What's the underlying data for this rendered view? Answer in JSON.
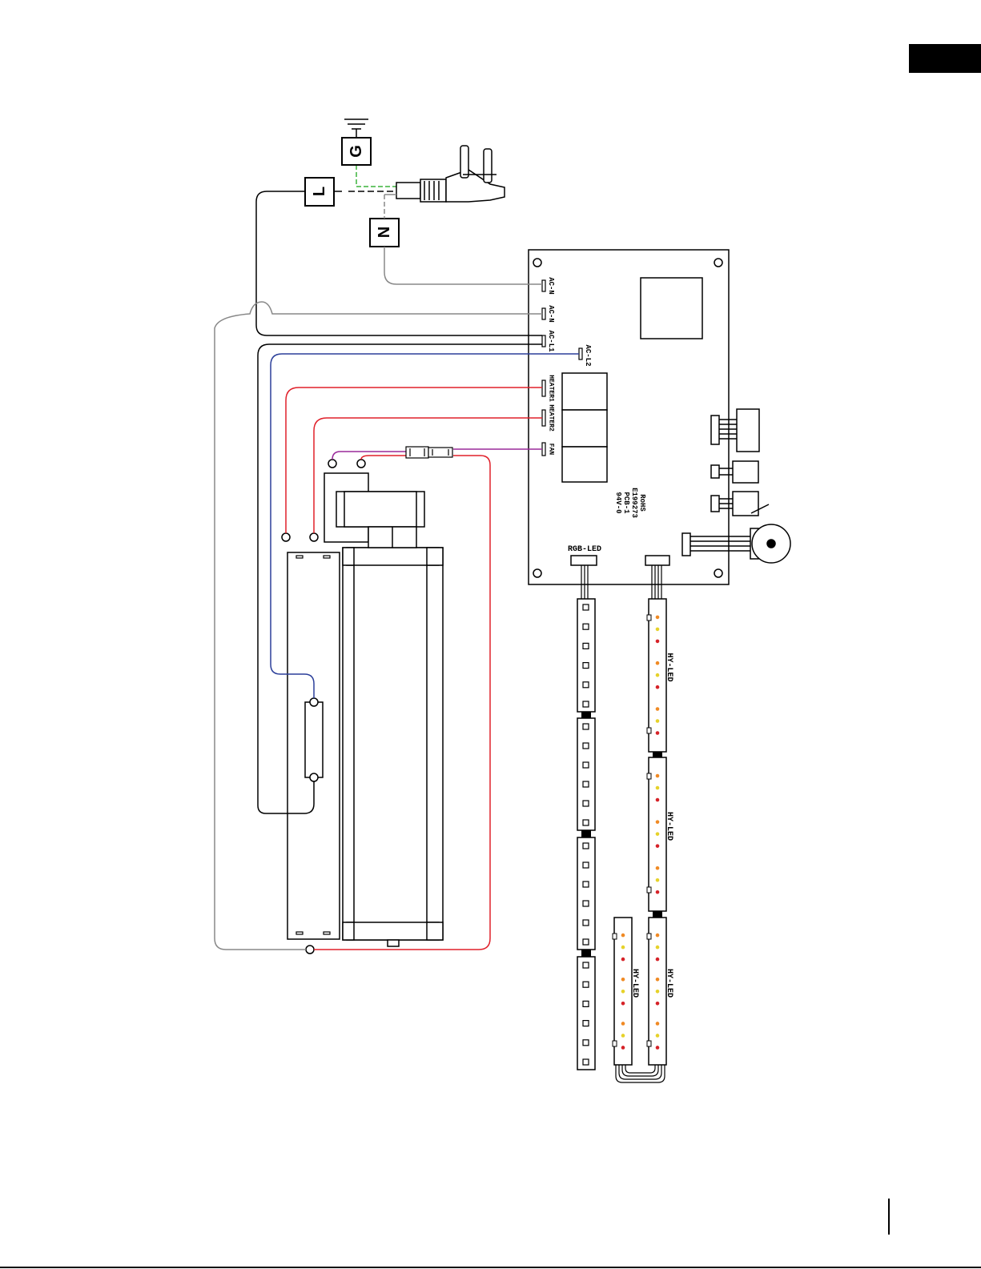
{
  "page": {
    "header_tab": "",
    "page_number": ""
  },
  "power": {
    "ground_label": "G",
    "line_label": "L",
    "neutral_label": "N"
  },
  "board": {
    "terminals": {
      "ac_n": "AC-N",
      "ac_n2": "AC-N",
      "ac_l1": "AC-L1",
      "ac_l2": "AC-L2",
      "heater1": "HEATER1",
      "heater2": "HEATER2",
      "fan": "FAN"
    },
    "info_lines": [
      "RoHS",
      "E199273",
      "PCB-1",
      "94V-0"
    ],
    "rgb_connector": "RGB-LED"
  },
  "led_strips": {
    "hy_label": "HY-LED"
  },
  "colors": {
    "line": "#000000",
    "neutral": "#888888",
    "ground": "#3cb43c",
    "blue": "#2b3f9a",
    "red": "#e0202a",
    "purple": "#9a2a9a",
    "led_orange": "#f08a24",
    "led_yellow": "#e6d22a",
    "led_red": "#d62228"
  }
}
